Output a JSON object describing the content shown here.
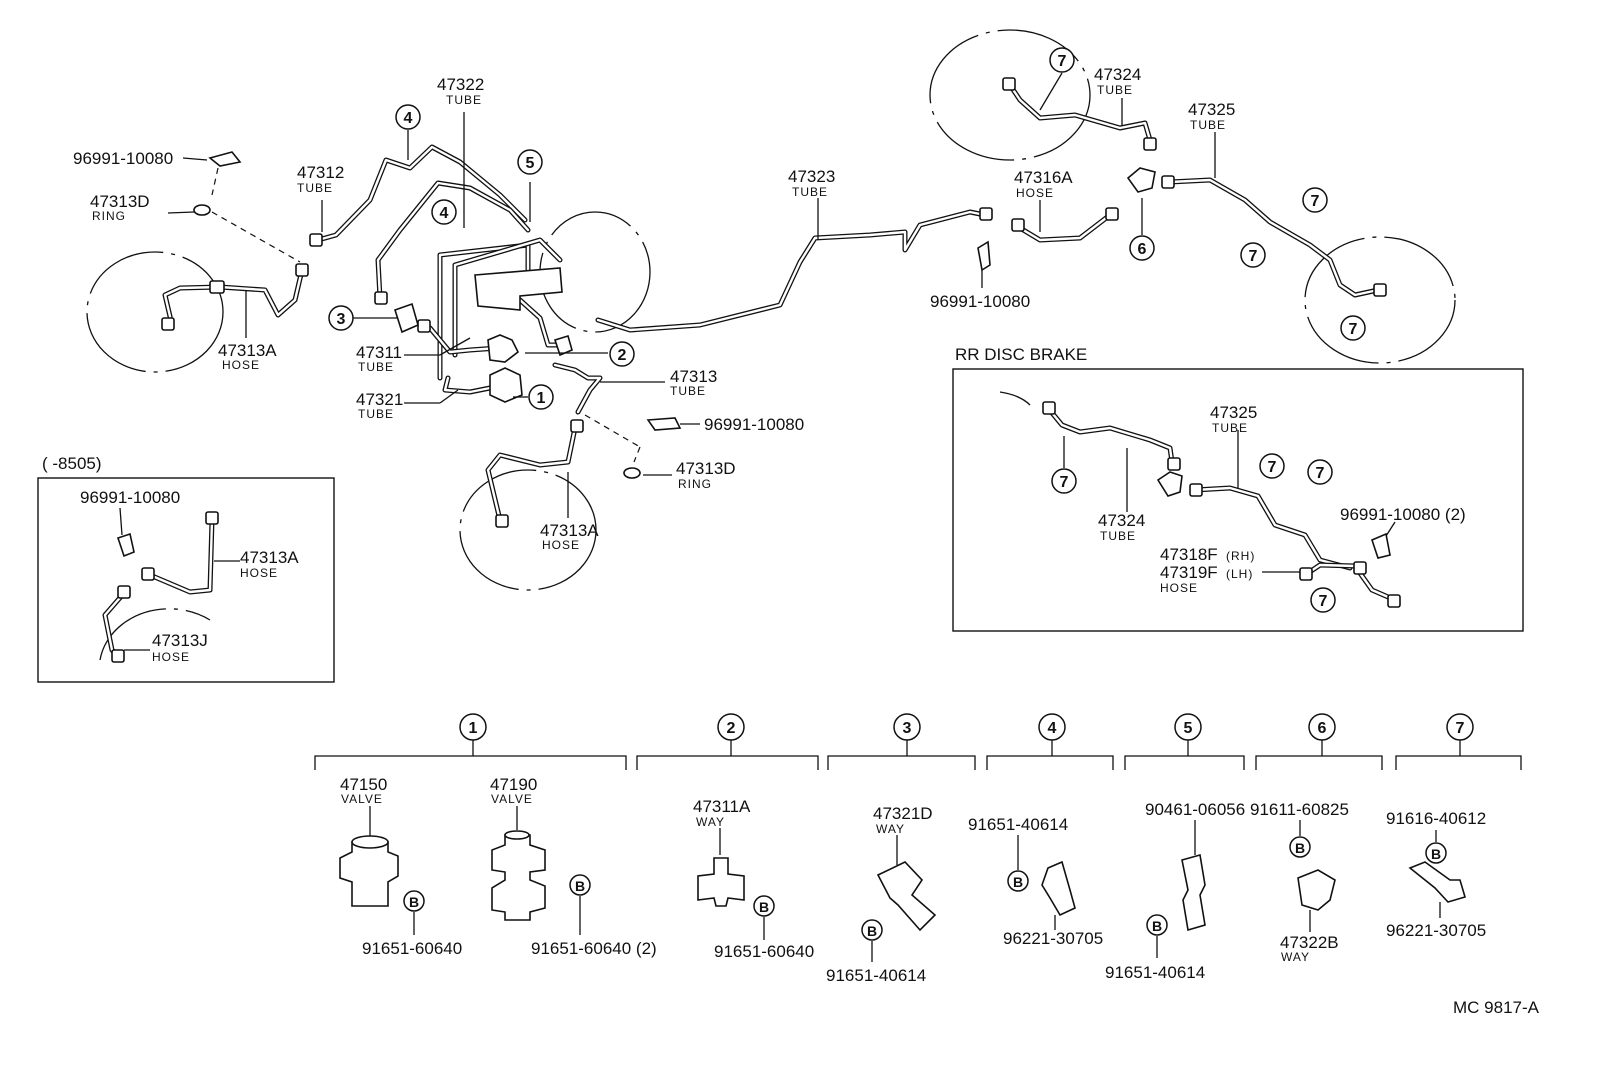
{
  "labels": {
    "p96991_tl": "96991-10080",
    "p47313D_l": "47313D",
    "ring_l": "RING",
    "p47312": "47312",
    "tube_47312": "TUBE",
    "p47322": "47322",
    "tube_47322": "TUBE",
    "p47313A_l": "47313A",
    "hose_l": "HOSE",
    "p47311": "47311",
    "tube_47311": "TUBE",
    "p47321": "47321",
    "tube_47321": "TUBE",
    "p47313": "47313",
    "tube_47313": "TUBE",
    "p96991_m": "96991-10080",
    "p47313D_m": "47313D",
    "ring_m": "RING",
    "p47313A_m": "47313A",
    "hose_m": "HOSE",
    "p47323": "47323",
    "tube_47323": "TUBE",
    "p47316A": "47316A",
    "hose_47316A": "HOSE",
    "p96991_c": "96991-10080",
    "p47324": "47324",
    "tube_47324": "TUBE",
    "p47325": "47325",
    "tube_47325": "TUBE"
  },
  "inset_left": {
    "title": "(       -8505)",
    "p96991": "96991-10080",
    "p47313A": "47313A",
    "hose_a": "HOSE",
    "p47313J": "47313J",
    "hose_j": "HOSE"
  },
  "rr_disc": {
    "title": "RR  DISC  BRAKE",
    "p47325": "47325",
    "tube_47325": "TUBE",
    "p47324": "47324",
    "tube_47324": "TUBE",
    "p96991": "96991-10080 (2)",
    "p47318F": "47318F",
    "rh": "(RH)",
    "p47319F": "47319F",
    "lh": "(LH)",
    "hose": "HOSE"
  },
  "callouts": {
    "c1": "1",
    "c2": "2",
    "c3": "3",
    "c4": "4",
    "c5": "5",
    "c6": "6",
    "c7": "7",
    "b": "B"
  },
  "groups": {
    "g1": {
      "p47150": "47150",
      "valve1": "VALVE",
      "p47190": "47190",
      "valve2": "VALVE",
      "bolt1": "91651-60640",
      "bolt2": "91651-60640 (2)"
    },
    "g2": {
      "p47311A": "47311A",
      "way": "WAY",
      "bolt": "91651-60640"
    },
    "g3": {
      "p47321D": "47321D",
      "way": "WAY",
      "bolt": "91651-40614"
    },
    "g4": {
      "p91651": "91651-40614",
      "clamp": "96221-30705"
    },
    "g5": {
      "p90461": "90461-06056",
      "bolt": "91651-40614"
    },
    "g6": {
      "p91611": "91611-60825",
      "p47322B": "47322B",
      "way": "WAY"
    },
    "g7": {
      "p91616": "91616-40612",
      "clamp": "96221-30705"
    }
  },
  "diagram_code": "MC  9817-A"
}
